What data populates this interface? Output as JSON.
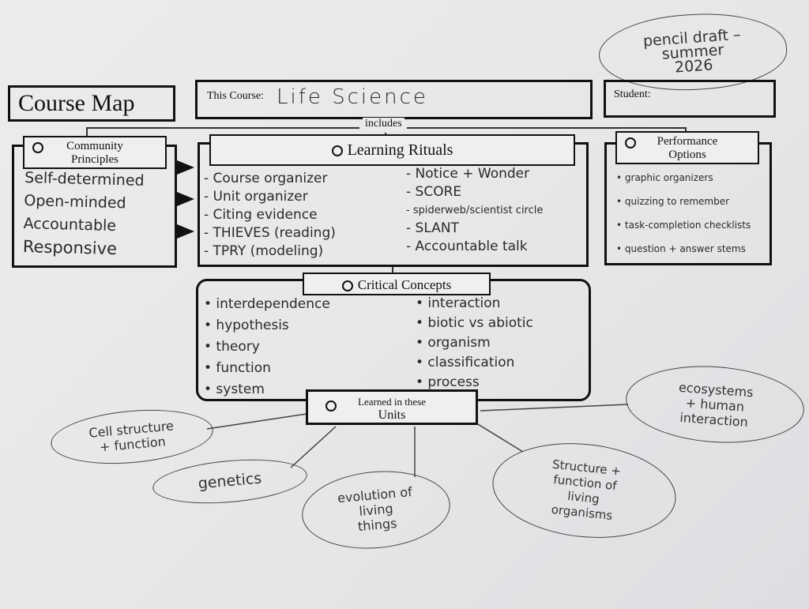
{
  "draft_note": "pencil draft –\nsummer\n2026",
  "header": {
    "title": "Course Map",
    "course_label": "This Course:",
    "course_value": "Life Science",
    "student_label": "Student:",
    "student_value": ""
  },
  "includes_label": "includes",
  "community": {
    "title_line1": "Community",
    "title_line2": "Principles",
    "items": [
      "Self-determined",
      "Open-minded",
      "Accountable",
      "Responsive"
    ]
  },
  "rituals": {
    "title": "Learning Rituals",
    "left": [
      "- Course organizer",
      "- Unit organizer",
      "- Citing evidence",
      "- THIEVES (reading)",
      "- TPRY (modeling)"
    ],
    "right": [
      "- Notice + Wonder",
      "- SCORE",
      "- spiderweb/scientist circle",
      "- SLANT",
      "- Accountable talk"
    ]
  },
  "performance": {
    "title_line1": "Performance",
    "title_line2": "Options",
    "items": [
      "• graphic organizers",
      "• quizzing to remember",
      "• task-completion checklists",
      "• question + answer stems"
    ]
  },
  "concepts": {
    "title": "Critical Concepts",
    "left": [
      "• interdependence",
      "• hypothesis",
      "• theory",
      "• function",
      "• system"
    ],
    "right": [
      "• interaction",
      "• biotic vs abiotic",
      "• organism",
      "• classification",
      "• process"
    ]
  },
  "units": {
    "title_line1": "Learned in these",
    "title_line2": "Units",
    "items": [
      "Cell structure\n+ function",
      "genetics",
      "evolution of\nliving\nthings",
      "Structure +\nfunction of\nliving\norganisms",
      "ecosystems\n+ human\ninteraction"
    ]
  }
}
